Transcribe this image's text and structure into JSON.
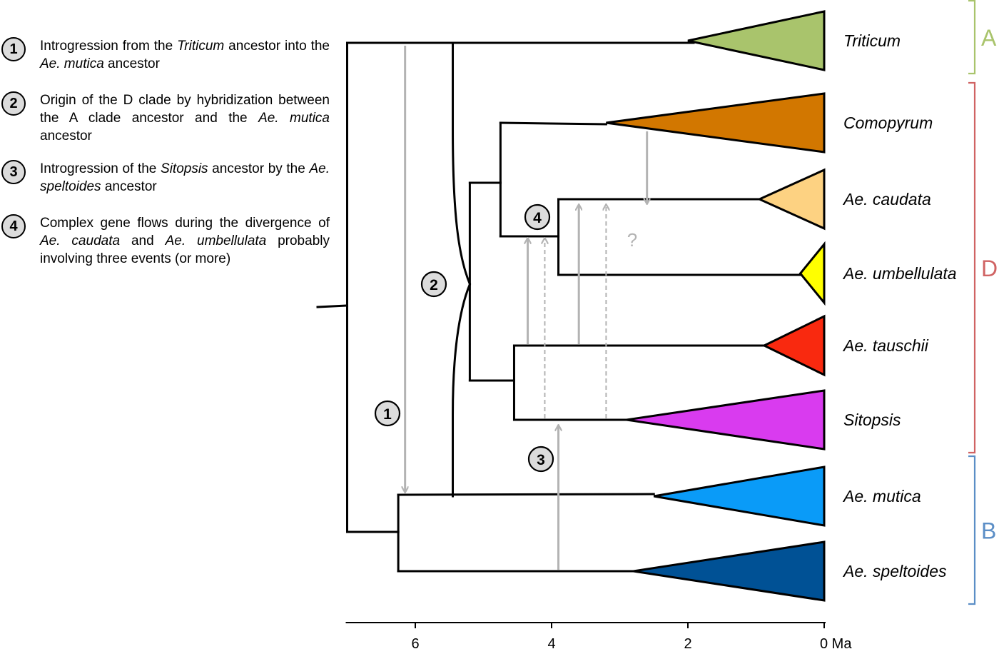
{
  "legend": [
    {
      "num": "1",
      "parts": [
        [
          "Introgression from the ",
          false
        ],
        [
          "Triticum",
          true
        ],
        [
          " ancestor into the ",
          false
        ],
        [
          "Ae. mutica",
          true
        ],
        [
          " ancestor",
          false
        ]
      ]
    },
    {
      "num": "2",
      "parts": [
        [
          "Origin of the D clade by hybridization between the A clade ancestor and the ",
          false
        ],
        [
          "Ae. mutica",
          true
        ],
        [
          " ancestor",
          false
        ]
      ]
    },
    {
      "num": "3",
      "parts": [
        [
          "Introgression of the ",
          false
        ],
        [
          "Sitopsis",
          true
        ],
        [
          " ancestor by the ",
          false
        ],
        [
          "Ae. speltoides",
          true
        ],
        [
          " ancestor",
          false
        ]
      ]
    },
    {
      "num": "4",
      "parts": [
        [
          "Complex gene flows during the divergence of ",
          false
        ],
        [
          "Ae. caudata",
          true
        ],
        [
          " and ",
          false
        ],
        [
          "Ae. umbellulata",
          true
        ],
        [
          " probably involving three events (or more)",
          false
        ]
      ]
    }
  ],
  "taxa": [
    {
      "name": "Triticum",
      "color": "#a9c46c",
      "crown_ma": 2.0
    },
    {
      "name": "Comopyrum",
      "color": "#d27700",
      "crown_ma": 3.2
    },
    {
      "name": "Ae. caudata",
      "color": "#fdd282",
      "crown_ma": 0.95
    },
    {
      "name": "Ae. umbellulata",
      "color": "#ffff00",
      "crown_ma": 0.35
    },
    {
      "name": "Ae. tauschii",
      "color": "#f9290f",
      "crown_ma": 0.88
    },
    {
      "name": "Sitopsis",
      "color": "#d93bef",
      "crown_ma": 2.9
    },
    {
      "name": "Ae. mutica",
      "color": "#0a9bf8",
      "crown_ma": 2.5
    },
    {
      "name": "Ae. speltoides",
      "color": "#005195",
      "crown_ma": 2.8
    }
  ],
  "clades": [
    {
      "label": "A",
      "color": "#a9c46c",
      "first_taxon": 0,
      "last_taxon": 0
    },
    {
      "label": "D",
      "color": "#d06363",
      "first_taxon": 1,
      "last_taxon": 5
    },
    {
      "label": "B",
      "color": "#5b8ec6",
      "first_taxon": 6,
      "last_taxon": 7
    }
  ],
  "tree_nodes": {
    "root": 7.0,
    "ab_split": 6.95,
    "b_clade": 6.25,
    "d_clade": 5.45,
    "d_main": 5.2,
    "como_cu": 4.75,
    "cu": 3.9,
    "tau_sit": 4.55
  },
  "gene_flow": [
    {
      "event": "1",
      "ma": 6.15,
      "from": "Triticum",
      "to": "Ae. mutica",
      "dashed": false
    },
    {
      "event": "3",
      "ma": 3.9,
      "from": "Ae. speltoides",
      "to": "Sitopsis",
      "dashed": false
    },
    {
      "event": "4",
      "ma": 4.35,
      "from": "Ae. tauschii",
      "to": "ancestor",
      "dashed": false
    },
    {
      "event": "4",
      "ma": 4.1,
      "from": "Sitopsis",
      "to": "ancestor",
      "dashed": true
    },
    {
      "event": "4",
      "ma": 3.6,
      "from": "Ae. tauschii",
      "to": "Ae. caudata",
      "dashed": false
    },
    {
      "event": "4",
      "ma": 3.2,
      "from": "Sitopsis",
      "to": "Ae. caudata",
      "dashed": true
    },
    {
      "event": "4",
      "ma": 2.6,
      "from": "Comopyrum",
      "to": "Ae. caudata",
      "dashed": false
    }
  ],
  "question_mark": "?",
  "axis": {
    "ticks": [
      6,
      4,
      2,
      0
    ],
    "tick_labels": [
      "6",
      "4",
      "2",
      "0 Ma"
    ],
    "domain_max": 7.0
  },
  "colors": {
    "arrow": "#b3b3b3",
    "node_circle": "#dcdcdc",
    "branch": "#000000"
  }
}
